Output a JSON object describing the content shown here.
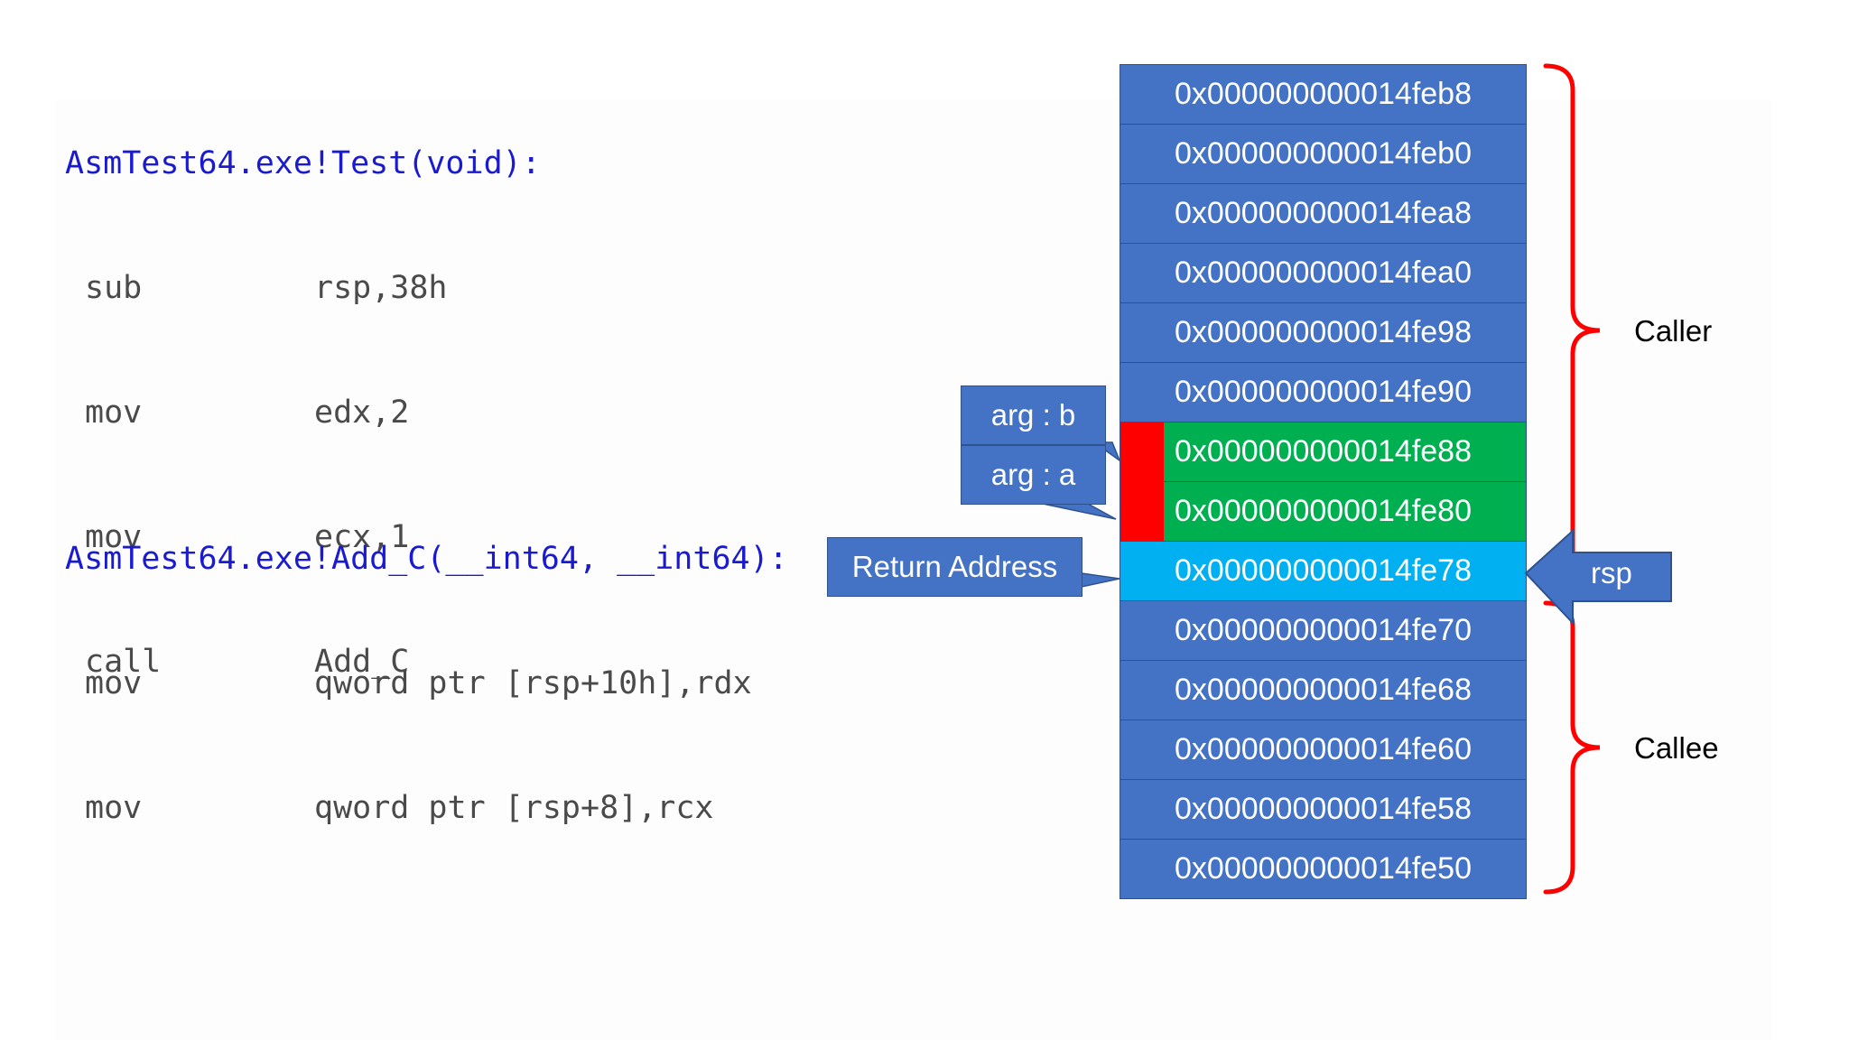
{
  "code_blocks": [
    {
      "function": "AsmTest64.exe!Test(void):",
      "lines": [
        {
          "op": "sub",
          "args": "rsp,38h"
        },
        {
          "op": "mov",
          "args": "edx,2"
        },
        {
          "op": "mov",
          "args": "ecx,1"
        },
        {
          "op": "call",
          "args": "Add_C"
        }
      ]
    },
    {
      "function": "AsmTest64.exe!Add_C(__int64, __int64):",
      "lines": [
        {
          "op": "mov",
          "args": "qword ptr [rsp+10h],rdx"
        },
        {
          "op": "mov",
          "args": "qword ptr [rsp+8],rcx"
        }
      ]
    }
  ],
  "stack": [
    {
      "address": "0x000000000014feb8",
      "kind": "normal"
    },
    {
      "address": "0x000000000014feb0",
      "kind": "normal"
    },
    {
      "address": "0x000000000014fea8",
      "kind": "normal"
    },
    {
      "address": "0x000000000014fea0",
      "kind": "normal"
    },
    {
      "address": "0x000000000014fe98",
      "kind": "normal"
    },
    {
      "address": "0x000000000014fe90",
      "kind": "normal"
    },
    {
      "address": "0x000000000014fe88",
      "kind": "arg"
    },
    {
      "address": "0x000000000014fe80",
      "kind": "arg"
    },
    {
      "address": "0x000000000014fe78",
      "kind": "return"
    },
    {
      "address": "0x000000000014fe70",
      "kind": "normal"
    },
    {
      "address": "0x000000000014fe68",
      "kind": "normal"
    },
    {
      "address": "0x000000000014fe60",
      "kind": "normal"
    },
    {
      "address": "0x000000000014fe58",
      "kind": "normal"
    },
    {
      "address": "0x000000000014fe50",
      "kind": "normal"
    }
  ],
  "callouts": {
    "arg_b": "arg : b",
    "arg_a": "arg : a",
    "return_address": "Return Address",
    "rsp": "rsp"
  },
  "braces": {
    "caller": "Caller",
    "callee": "Callee"
  },
  "colors": {
    "cell": "#4472c4",
    "cell_border": "#2f528f",
    "arg_cell": "#00b050",
    "arg_marker": "#ff0000",
    "return_cell": "#00b0f0",
    "brace": "#ff0000",
    "function_text": "#1a1ad0",
    "code_text": "#4a4a4a"
  }
}
